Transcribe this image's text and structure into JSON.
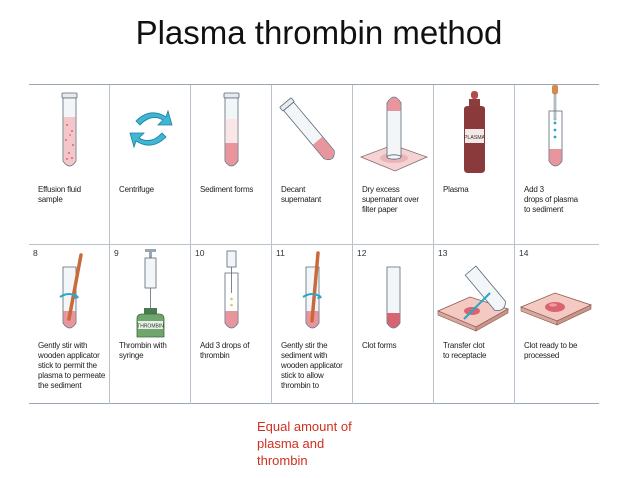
{
  "slide": {
    "title": "Plasma thrombin method",
    "note": "Equal amount of\nplasma and\nthrombin"
  },
  "figure": {
    "colors": {
      "sediment": "#e89aa0",
      "tube": "#f3f6f8",
      "outline": "#5a6a78",
      "accent": "#2aa6c8",
      "stick": "#c96a3a"
    },
    "row1": [
      {
        "num": "",
        "caption": "Effusion fluid\nsample"
      },
      {
        "num": "",
        "caption": "Centrifuge"
      },
      {
        "num": "",
        "caption": "Sediment forms"
      },
      {
        "num": "",
        "caption": "Decant\nsupernatant"
      },
      {
        "num": "",
        "caption": "Dry excess\nsupernatant over\nfilter paper"
      },
      {
        "num": "",
        "caption": "Plasma",
        "label": "PLASMA"
      },
      {
        "num": "",
        "caption": "Add 3\ndrops of plasma\nto sediment"
      }
    ],
    "row2": [
      {
        "num": "8",
        "caption": "Gently stir with\nwooden applicator\nstick to permit the\nplasma to permeate\nthe sediment"
      },
      {
        "num": "9",
        "caption": "Thrombin with\nsyringe",
        "label": "THROMBIN"
      },
      {
        "num": "10",
        "caption": "Add 3 drops of\nthrombin"
      },
      {
        "num": "11",
        "caption": "Gently stir the\nsediment with\nwooden applicator\nstick to allow\nthrombin to"
      },
      {
        "num": "12",
        "caption": "Clot forms"
      },
      {
        "num": "13",
        "caption": "Transfer clot\nto receptacle"
      },
      {
        "num": "14",
        "caption": "Clot ready to be\nprocessed"
      }
    ]
  }
}
